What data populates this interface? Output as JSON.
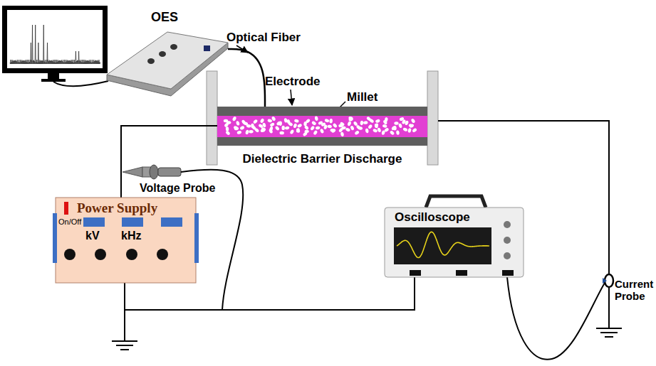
{
  "diagram": {
    "nodes": [
      {
        "text": [
          "OES"
        ]
      },
      {
        "text": [
          "Dielectric Barrier Discharge"
        ]
      },
      {
        "text": [
          "Power Supply",
          "On/Off",
          "kV",
          "kHz"
        ]
      },
      {
        "text": [
          "Oscilloscope"
        ]
      }
    ],
    "edges": [
      {
        "from": 0,
        "to": 1,
        "arrow": "none"
      },
      {
        "from": 2,
        "to": 1,
        "arrow": "none"
      },
      {
        "from": 2,
        "to": 3,
        "arrow": "none"
      }
    ],
    "labels": [
      "Optical Fiber",
      "Electrode",
      "Millet",
      "Voltage Probe",
      "Current Probe"
    ]
  }
}
